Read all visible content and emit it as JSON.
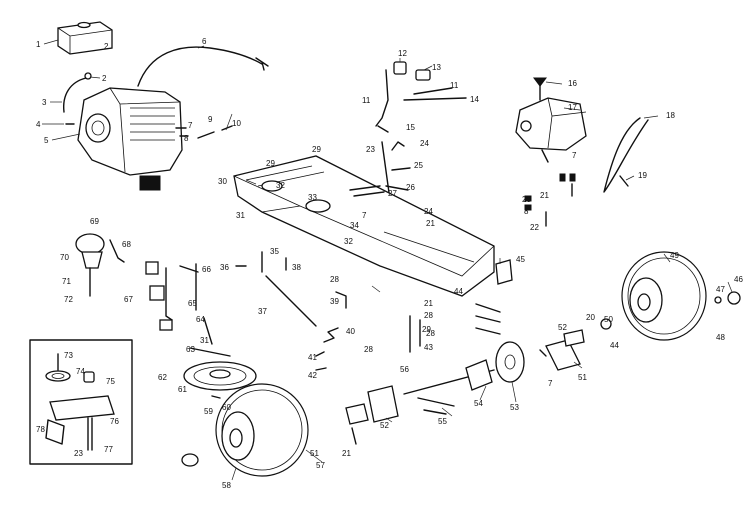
{
  "diagram": {
    "callouts": [
      {
        "id": "c1",
        "text": "1"
      },
      {
        "id": "c2",
        "text": "2"
      },
      {
        "id": "c2b",
        "text": "2"
      },
      {
        "id": "c3",
        "text": "3"
      },
      {
        "id": "c4",
        "text": "4"
      },
      {
        "id": "c5",
        "text": "5"
      },
      {
        "id": "c6",
        "text": "6"
      },
      {
        "id": "c7a",
        "text": "7"
      },
      {
        "id": "c8a",
        "text": "8"
      },
      {
        "id": "c9",
        "text": "9"
      },
      {
        "id": "c10",
        "text": "10"
      },
      {
        "id": "c11a",
        "text": "11"
      },
      {
        "id": "c11b",
        "text": "11"
      },
      {
        "id": "c12",
        "text": "12"
      },
      {
        "id": "c13",
        "text": "13"
      },
      {
        "id": "c14",
        "text": "14"
      },
      {
        "id": "c15",
        "text": "15"
      },
      {
        "id": "c16",
        "text": "16"
      },
      {
        "id": "c17",
        "text": "17"
      },
      {
        "id": "c18",
        "text": "18"
      },
      {
        "id": "c7b",
        "text": "7"
      },
      {
        "id": "c19",
        "text": "19"
      },
      {
        "id": "c29a",
        "text": "29"
      },
      {
        "id": "c29b",
        "text": "29"
      },
      {
        "id": "c23",
        "text": "23"
      },
      {
        "id": "c24a",
        "text": "24"
      },
      {
        "id": "c25",
        "text": "25"
      },
      {
        "id": "c30",
        "text": "30"
      },
      {
        "id": "c32a",
        "text": "32"
      },
      {
        "id": "c26",
        "text": "26"
      },
      {
        "id": "c27",
        "text": "27"
      },
      {
        "id": "c33",
        "text": "33"
      },
      {
        "id": "c7c",
        "text": "7"
      },
      {
        "id": "c20a",
        "text": "20"
      },
      {
        "id": "c21a",
        "text": "21"
      },
      {
        "id": "c8b",
        "text": "8"
      },
      {
        "id": "c22",
        "text": "22"
      },
      {
        "id": "c31a",
        "text": "31"
      },
      {
        "id": "c34",
        "text": "34"
      },
      {
        "id": "c24b",
        "text": "24"
      },
      {
        "id": "c21b",
        "text": "21"
      },
      {
        "id": "c32b",
        "text": "32"
      },
      {
        "id": "c69",
        "text": "69"
      },
      {
        "id": "c68",
        "text": "68"
      },
      {
        "id": "c70",
        "text": "70"
      },
      {
        "id": "c71",
        "text": "71"
      },
      {
        "id": "c72",
        "text": "72"
      },
      {
        "id": "c67",
        "text": "67"
      },
      {
        "id": "c66",
        "text": "66"
      },
      {
        "id": "c36",
        "text": "36"
      },
      {
        "id": "c35",
        "text": "35"
      },
      {
        "id": "c38",
        "text": "38"
      },
      {
        "id": "c28a",
        "text": "28"
      },
      {
        "id": "c45",
        "text": "45"
      },
      {
        "id": "c49",
        "text": "49"
      },
      {
        "id": "c46",
        "text": "46"
      },
      {
        "id": "c47",
        "text": "47"
      },
      {
        "id": "c48",
        "text": "48"
      },
      {
        "id": "c65",
        "text": "65"
      },
      {
        "id": "c64",
        "text": "64"
      },
      {
        "id": "c31b",
        "text": "31"
      },
      {
        "id": "c37",
        "text": "37"
      },
      {
        "id": "c39",
        "text": "39"
      },
      {
        "id": "c44",
        "text": "44"
      },
      {
        "id": "c21c",
        "text": "21"
      },
      {
        "id": "c28b",
        "text": "28"
      },
      {
        "id": "c29c",
        "text": "29"
      },
      {
        "id": "c42",
        "text": "42"
      },
      {
        "id": "c43",
        "text": "43"
      },
      {
        "id": "c28c",
        "text": "28"
      },
      {
        "id": "c52a",
        "text": "52"
      },
      {
        "id": "c50",
        "text": "50"
      },
      {
        "id": "c44b",
        "text": "44"
      },
      {
        "id": "c51a",
        "text": "51"
      },
      {
        "id": "c20b",
        "text": "20"
      },
      {
        "id": "c40",
        "text": "40"
      },
      {
        "id": "c41",
        "text": "41"
      },
      {
        "id": "c28d",
        "text": "28"
      },
      {
        "id": "c73",
        "text": "73"
      },
      {
        "id": "c74",
        "text": "74"
      },
      {
        "id": "c75",
        "text": "75"
      },
      {
        "id": "c76",
        "text": "76"
      },
      {
        "id": "c78",
        "text": "78"
      },
      {
        "id": "c23b",
        "text": "23"
      },
      {
        "id": "c77",
        "text": "77"
      },
      {
        "id": "c63",
        "text": "63"
      },
      {
        "id": "c62",
        "text": "62"
      },
      {
        "id": "c61",
        "text": "61"
      },
      {
        "id": "c60",
        "text": "60"
      },
      {
        "id": "c59",
        "text": "59"
      },
      {
        "id": "c58",
        "text": "58"
      },
      {
        "id": "c57",
        "text": "57"
      },
      {
        "id": "c56",
        "text": "56"
      },
      {
        "id": "c7d",
        "text": "7"
      },
      {
        "id": "c54",
        "text": "54"
      },
      {
        "id": "c53",
        "text": "53"
      },
      {
        "id": "c55",
        "text": "55"
      },
      {
        "id": "c52b",
        "text": "52"
      },
      {
        "id": "c21d",
        "text": "21"
      },
      {
        "id": "c51b",
        "text": "51"
      }
    ]
  }
}
